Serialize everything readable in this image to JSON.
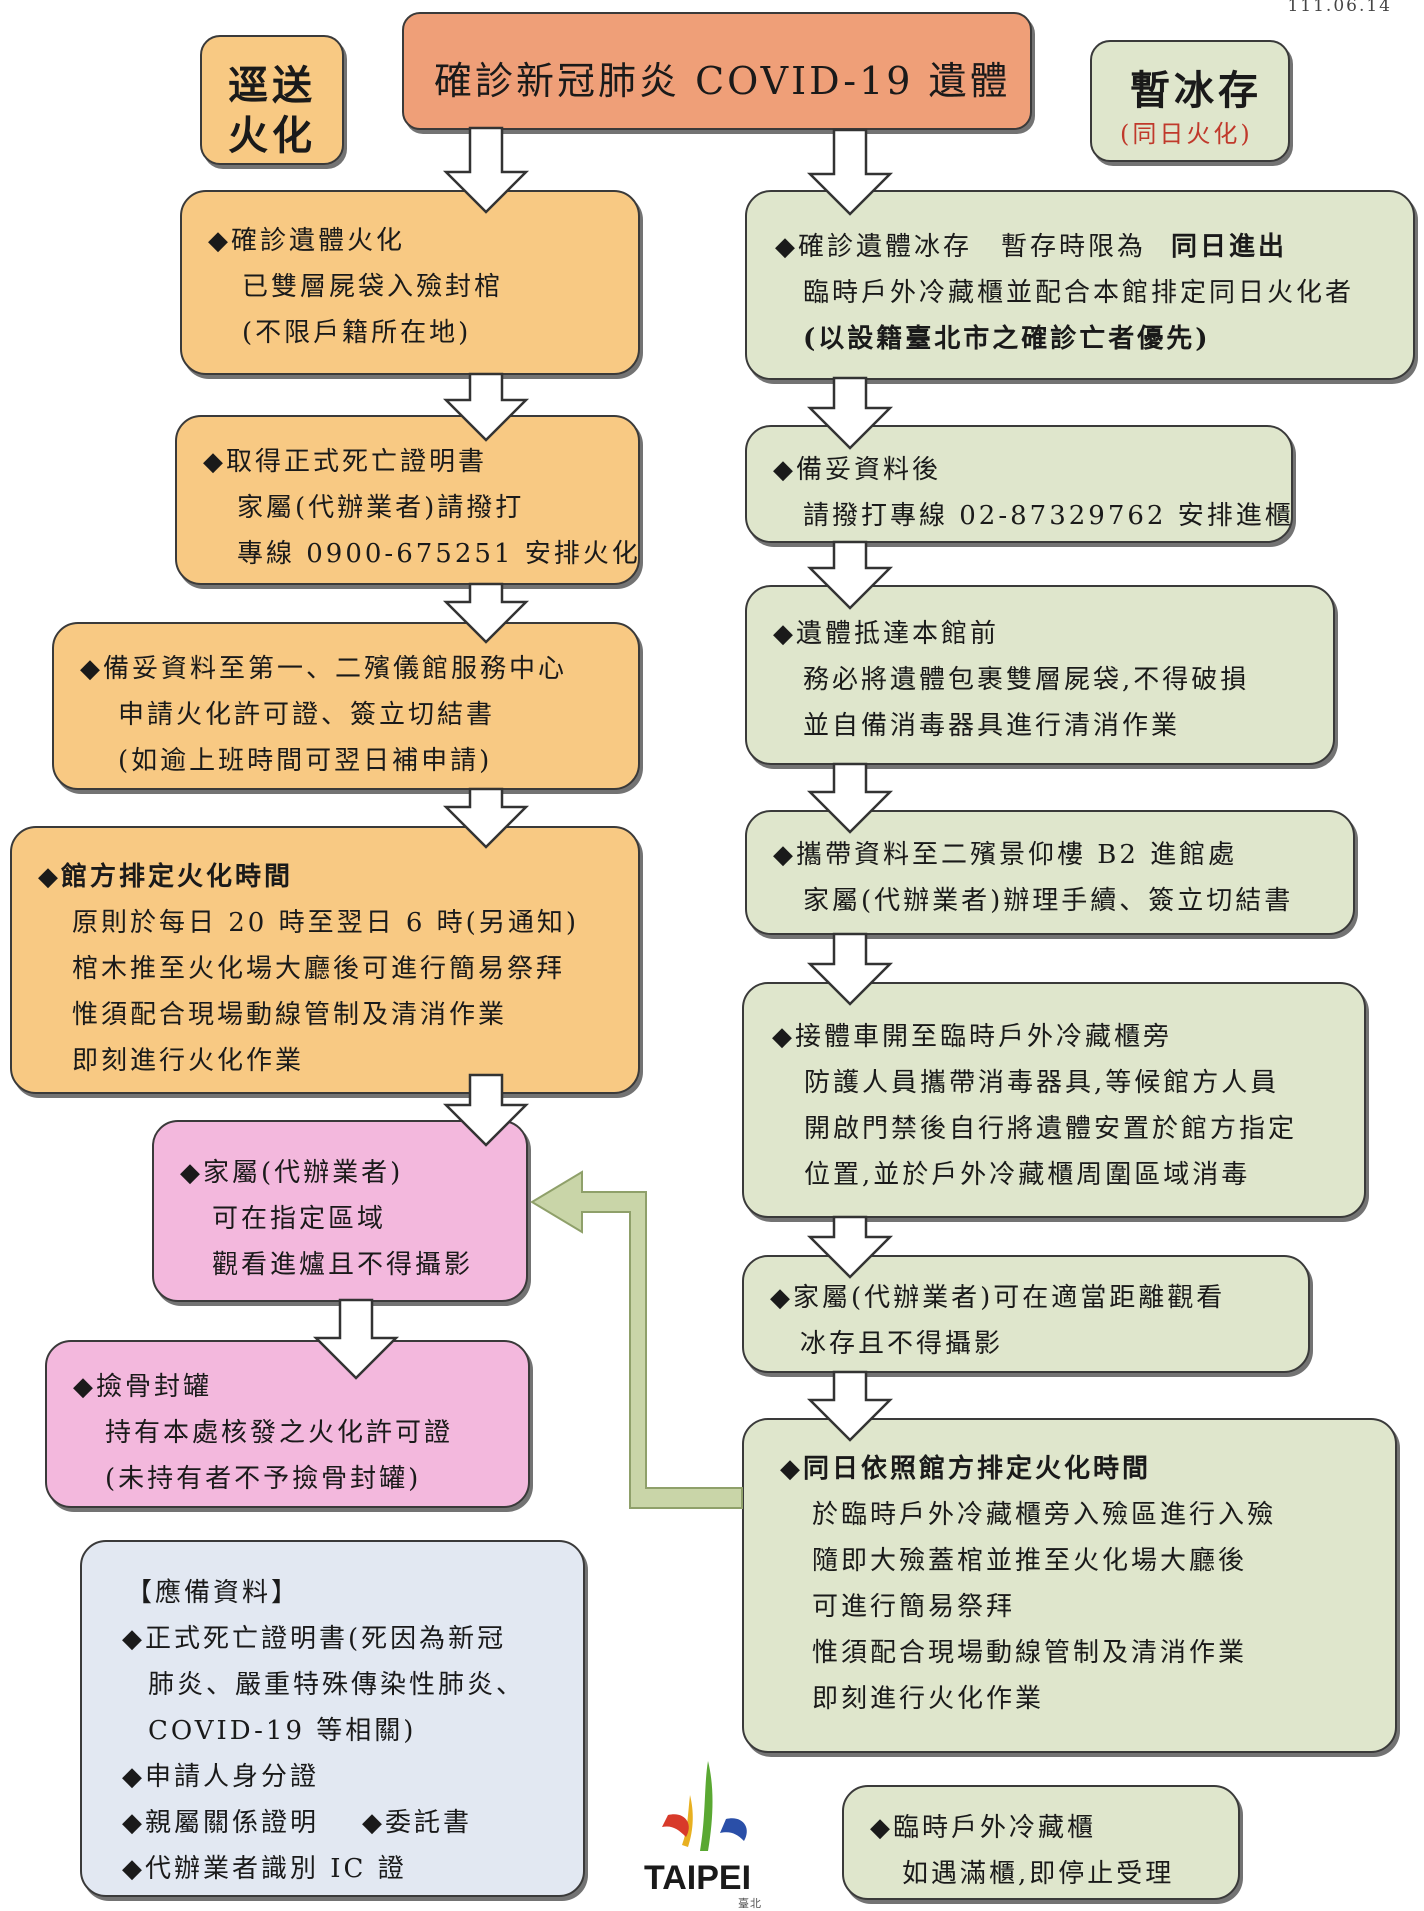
{
  "date_stamp": "111.06.14",
  "title": "確診新冠肺炎 COVID-19 遺體",
  "left_header": [
    "逕送",
    "火化"
  ],
  "right_header": {
    "main": "暫冰存",
    "sub": "(同日火化)"
  },
  "left_steps": [
    {
      "lines": [
        "◆確診遺體火化",
        "已雙層屍袋入殮封棺",
        "(不限戶籍所在地)"
      ]
    },
    {
      "lines": [
        "◆取得正式死亡證明書",
        "家屬(代辦業者)請撥打",
        "專線 0900-675251 安排火化"
      ]
    },
    {
      "lines": [
        "◆備妥資料至第一、二殯儀館服務中心",
        "申請火化許可證、簽立切結書",
        "(如逾上班時間可翌日補申請)"
      ]
    },
    {
      "lines": [
        "◆館方排定火化時間",
        "原則於每日 20 時至翌日 6 時(另通知)",
        "棺木推至火化場大廳後可進行簡易祭拜",
        "惟須配合現場動線管制及清消作業",
        "即刻進行火化作業"
      ]
    },
    {
      "lines": [
        "◆家屬(代辦業者)",
        "可在指定區域",
        "觀看進爐且不得攝影"
      ]
    },
    {
      "lines": [
        "◆撿骨封罐",
        "持有本處核發之火化許可證",
        "(未持有者不予撿骨封罐)"
      ]
    }
  ],
  "right_steps": [
    {
      "lines": [
        "◆確診遺體冰存　暫存時限為",
        "同日進出",
        "臨時戶外冷藏櫃並配合本館排定同日火化者",
        "(以設籍臺北市之確診亡者優先)"
      ]
    },
    {
      "lines": [
        "◆備妥資料後",
        "請撥打專線 02-87329762 安排進櫃"
      ]
    },
    {
      "lines": [
        "◆遺體抵達本館前",
        "務必將遺體包裹雙層屍袋,不得破損",
        "並自備消毒器具進行清消作業"
      ]
    },
    {
      "lines": [
        "◆攜帶資料至二殯景仰樓 B2 進館處",
        "家屬(代辦業者)辦理手續、簽立切結書"
      ]
    },
    {
      "lines": [
        "◆接體車開至臨時戶外冷藏櫃旁",
        "防護人員攜帶消毒器具,等候館方人員",
        "開啟門禁後自行將遺體安置於館方指定",
        "位置,並於戶外冷藏櫃周圍區域消毒"
      ]
    },
    {
      "lines": [
        "◆家屬(代辦業者)可在適當距離觀看",
        "冰存且不得攝影"
      ]
    },
    {
      "lines": [
        "◆同日依照館方排定火化時間",
        "於臨時戶外冷藏櫃旁入殮區進行入殮",
        "隨即大殮蓋棺並推至火化場大廳後",
        "可進行簡易祭拜",
        "惟須配合現場動線管制及清消作業",
        "即刻進行火化作業"
      ]
    }
  ],
  "requirements": {
    "lines": [
      "【應備資料】",
      "◆正式死亡證明書(死因為新冠",
      "肺炎、嚴重特殊傳染性肺炎、",
      "COVID-19 等相關)",
      "◆申請人身分證",
      "◆親屬關係證明",
      "◆委託書",
      "◆代辦業者識別 IC 證"
    ]
  },
  "notice": {
    "lines": [
      "◆臨時戶外冷藏櫃",
      "如遇滿櫃,即停止受理"
    ]
  },
  "logo": {
    "text": "TAIPEI",
    "sub": "臺北"
  },
  "colors": {
    "orange": "#f8c983",
    "green": "#dfe6cc",
    "pink": "#f3b8dd",
    "blue": "#e2e8f2",
    "salmon": "#ef9f78",
    "connector": "#c9d5a8"
  }
}
